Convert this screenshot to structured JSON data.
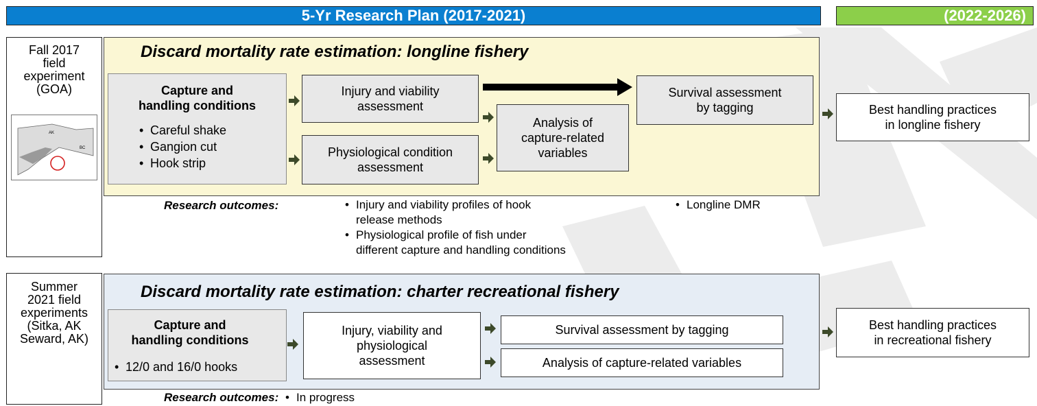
{
  "header": {
    "plan_title": "5-Yr Research Plan (2017-2021)",
    "future_title": "(2022-2026)",
    "plan_color": "#0a7fd0",
    "future_color": "#8ccf4a"
  },
  "longline": {
    "side_lines": [
      "Fall 2017",
      "field",
      "experiment",
      "(GOA)"
    ],
    "map_labels": [
      "AK",
      "BC"
    ],
    "title": "Discard mortality rate estimation: longline fishery",
    "capture_title_1": "Capture and",
    "capture_title_2": "handling conditions",
    "capture_items": [
      "Careful shake",
      "Gangion cut",
      "Hook strip"
    ],
    "injury_box": [
      "Injury and viability",
      "assessment"
    ],
    "physio_box": [
      "Physiological condition",
      "assessment"
    ],
    "analysis_box": [
      "Analysis of",
      "capture-related",
      "variables"
    ],
    "survival_box": [
      "Survival assessment",
      "by tagging"
    ],
    "best_box": [
      "Best handling practices",
      "in longline fishery"
    ],
    "outcomes_label": "Research outcomes:",
    "outcomes_col1": [
      [
        "Injury and viability profiles of hook",
        "release methods"
      ],
      [
        "Physiological profile of fish under",
        "different capture and handling conditions"
      ]
    ],
    "outcomes_col2": [
      "Longline DMR"
    ],
    "panel_color": "#fbf7d4"
  },
  "charter": {
    "side_lines": [
      "Summer",
      "2021 field",
      "experiments",
      "(Sitka, AK",
      "Seward, AK)"
    ],
    "title": "Discard mortality rate estimation: charter recreational fishery",
    "capture_title_1": "Capture and",
    "capture_title_2": "handling conditions",
    "capture_items": [
      "12/0 and 16/0 hooks"
    ],
    "injury_box": [
      "Injury, viability and",
      "physiological",
      "assessment"
    ],
    "survival_box": "Survival assessment by tagging",
    "analysis_box": "Analysis of capture-related variables",
    "best_box": [
      "Best handling practices",
      "in recreational fishery"
    ],
    "outcomes_label": "Research outcomes:",
    "outcomes_items": [
      "In progress"
    ],
    "panel_color": "#e6edf5"
  },
  "icons": {
    "small_arrow": "small-right-arrow-icon",
    "big_arrow": "big-right-arrow-icon"
  },
  "colors": {
    "arrow": "#3d4a2a"
  }
}
